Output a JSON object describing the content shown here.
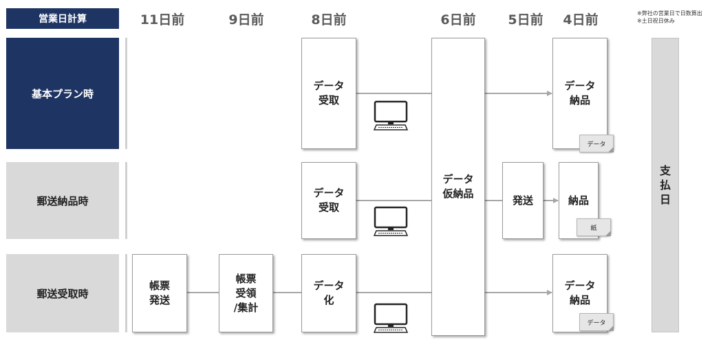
{
  "header": {
    "title": "営業日計算",
    "columns": [
      "11日前",
      "9日前",
      "8日前",
      "6日前",
      "5日前",
      "4日前"
    ],
    "notes": [
      "※弊社の営業日で日数算出",
      "※土日祝日休み"
    ]
  },
  "rows": {
    "basic": {
      "label": "基本プラン時",
      "receive": "データ\n受取",
      "deliver": "データ\n納品",
      "tag": "データ"
    },
    "mail_delivery": {
      "label": "郵送納品時",
      "receive": "データ\n受取",
      "ship": "発送",
      "deliver": "納品",
      "tag": "紙"
    },
    "mail_receive": {
      "label": "郵送受取時",
      "send_forms": "帳票\n発送",
      "receive_forms": "帳票\n受領\n/集計",
      "digitize": "データ\n化",
      "deliver": "データ\n納品",
      "tag": "データ"
    }
  },
  "shared": {
    "provisional": "データ\n仮納品",
    "payment_day": "支\n払\n日"
  },
  "colors": {
    "navy": "#1e3463",
    "light_gray": "#d9d9d9",
    "line_gray": "#a6a6a6",
    "header_text": "#5a5a5a"
  },
  "icons": [
    "computer-icon"
  ]
}
